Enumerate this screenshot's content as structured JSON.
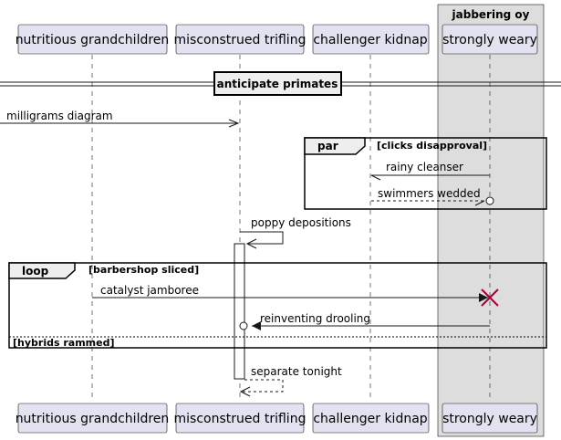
{
  "box": {
    "title": "jabbering oy",
    "color": "#DDDDDD"
  },
  "participants": [
    {
      "id": "p1",
      "name": "nutritious grandchildren"
    },
    {
      "id": "p2",
      "name": "misconstrued trifling"
    },
    {
      "id": "p3",
      "name": "challenger kidnap"
    },
    {
      "id": "p4",
      "name": "strongly weary"
    }
  ],
  "divider": {
    "label": "anticipate primates"
  },
  "messages": [
    {
      "from": "external",
      "to": "p2",
      "label": "milligrams diagram",
      "style": "solid",
      "head": "open-arrow"
    },
    {
      "from": "p4",
      "to": "p3",
      "label": "rainy cleanser",
      "style": "solid",
      "head": "half-arrow"
    },
    {
      "from": "p3",
      "to": "p4",
      "label": "swimmers wedded",
      "style": "dashed",
      "head": "half-arrow-circle"
    },
    {
      "from": "p2",
      "to": "p2",
      "label": "poppy depositions",
      "style": "solid",
      "head": "arrow",
      "kind": "self"
    },
    {
      "from": "p1",
      "to": "p4",
      "label": "catalyst jamboree",
      "style": "solid",
      "head": "destroy"
    },
    {
      "from": "p4",
      "to": "p2",
      "label": "reinventing drooling",
      "style": "solid",
      "head": "arrow-circle"
    },
    {
      "from": "p2",
      "to": "p2",
      "label": "separate tonight",
      "style": "dashed",
      "head": "arrow",
      "kind": "self-return"
    }
  ],
  "fragments": [
    {
      "type": "par",
      "guard": "[clicks disapproval]"
    },
    {
      "type": "loop",
      "guard": "[barbershop sliced]",
      "else_guard": "[hybrids rammed]"
    }
  ],
  "colors": {
    "destroy": "#A80036",
    "participant_fill": "#E2E2F0"
  }
}
